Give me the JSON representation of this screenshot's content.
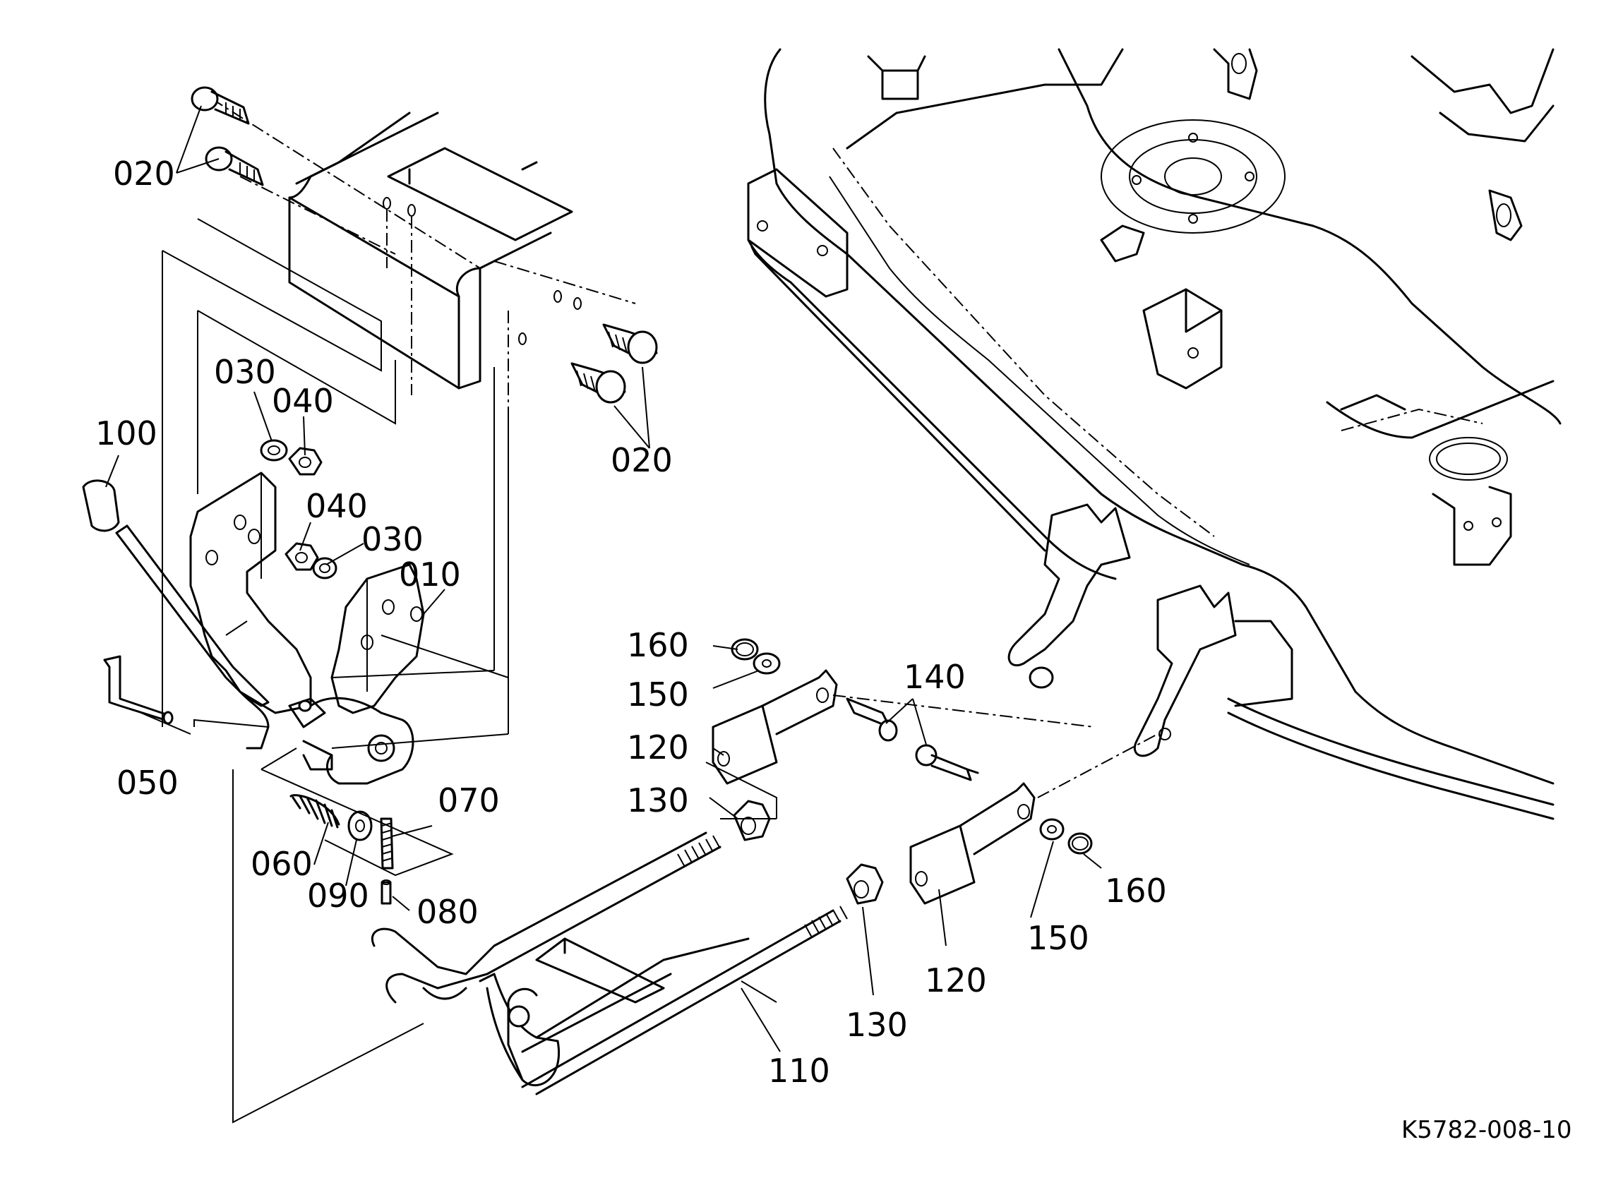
{
  "diagram": {
    "document_id": "K5782-008-10",
    "callouts": {
      "c010": "010",
      "c020a": "020",
      "c020b": "020",
      "c030a": "030",
      "c030b": "030",
      "c040a": "040",
      "c040b": "040",
      "c050": "050",
      "c060": "060",
      "c070": "070",
      "c080": "080",
      "c090": "090",
      "c100": "100",
      "c110": "110",
      "c120a": "120",
      "c120b": "120",
      "c130a": "130",
      "c130b": "130",
      "c140": "140",
      "c150a": "150",
      "c150b": "150",
      "c160a": "160",
      "c160b": "160"
    }
  }
}
